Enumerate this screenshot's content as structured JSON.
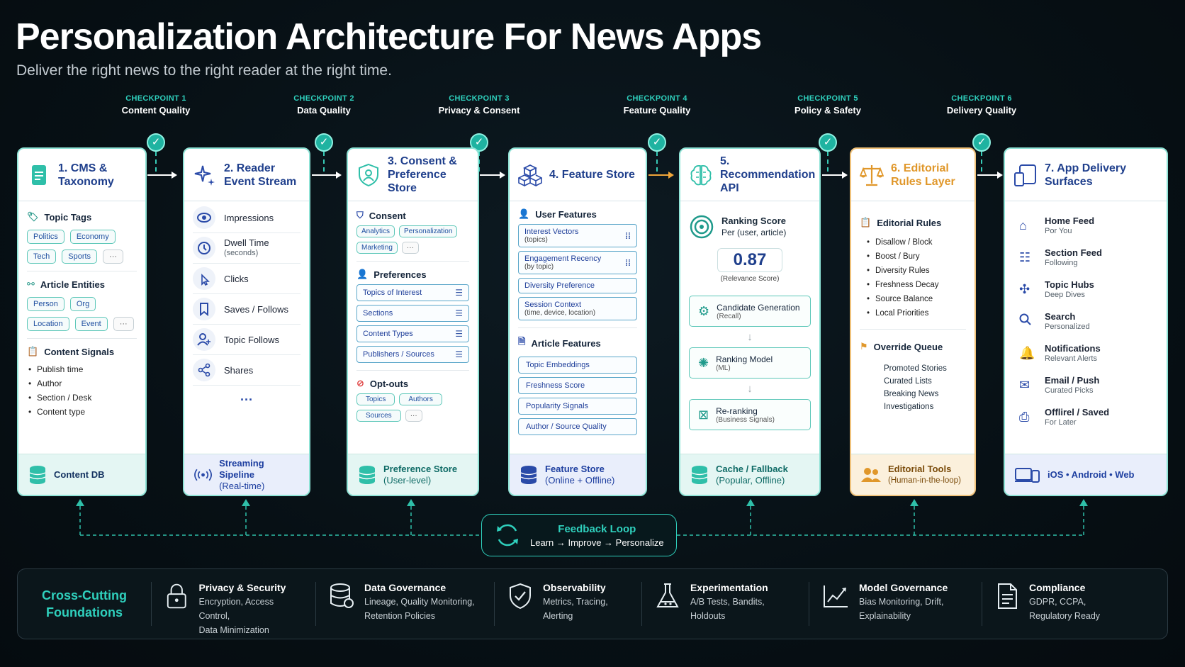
{
  "title": "Personalization Architecture For News Apps",
  "subtitle": "Deliver the right news to the right reader at the right time.",
  "checkpoints": [
    {
      "label": "CHECKPOINT 1",
      "name": "Content Quality"
    },
    {
      "label": "CHECKPOINT 2",
      "name": "Data Quality"
    },
    {
      "label": "CHECKPOINT 3",
      "name": "Privacy & Consent"
    },
    {
      "label": "CHECKPOINT 4",
      "name": "Feature Quality"
    },
    {
      "label": "CHECKPOINT 5",
      "name": "Policy & Safety"
    },
    {
      "label": "CHECKPOINT 6",
      "name": "Delivery Quality"
    }
  ],
  "cms": {
    "title": "1. CMS & Taxonomy",
    "topic_tags_title": "Topic Tags",
    "topic_tags": [
      "Politics",
      "Economy",
      "Tech",
      "Sports"
    ],
    "entities_title": "Article Entities",
    "entities": [
      "Person",
      "Org",
      "Location",
      "Event"
    ],
    "more": "···",
    "signals_title": "Content Signals",
    "signals": [
      "Publish time",
      "Author",
      "Section / Desk",
      "Content type"
    ],
    "footer": "Content DB"
  },
  "events": {
    "title": "2. Reader Event Stream",
    "items": [
      {
        "label": "Impressions",
        "sub": ""
      },
      {
        "label": "Dwell Time",
        "sub": "(seconds)"
      },
      {
        "label": "Clicks",
        "sub": ""
      },
      {
        "label": "Saves / Follows",
        "sub": ""
      },
      {
        "label": "Topic Follows",
        "sub": ""
      },
      {
        "label": "Shares",
        "sub": ""
      }
    ],
    "more": "···",
    "footer_title": "Streaming Sipeline",
    "footer_sub": "(Real-time)"
  },
  "consent": {
    "title": "3. Consent & Preference Store",
    "consent_title": "Consent",
    "consent_chips": [
      "Analytics",
      "Personalization",
      "Marketing"
    ],
    "preferences_title": "Preferences",
    "preferences": [
      "Topics of Interest",
      "Sections",
      "Content Types",
      "Publishers / Sources"
    ],
    "optouts_title": "Opt-outs",
    "optouts": [
      "Topics",
      "Authors",
      "Sources"
    ],
    "more": "···",
    "footer_title": "Preference Store",
    "footer_sub": "(User-level)"
  },
  "features": {
    "title": "4. Feature Store",
    "user_title": "User Features",
    "user_features": [
      {
        "label": "Interest Vectors",
        "sub": "(topics)",
        "grid": true
      },
      {
        "label": "Engagement Recency",
        "sub": "(by topic)",
        "grid": true
      },
      {
        "label": "Diversity Preference",
        "sub": "",
        "grid": false
      },
      {
        "label": "Session Context",
        "sub": "(time, device, location)",
        "grid": false
      }
    ],
    "article_title": "Article Features",
    "article_features": [
      "Topic Embeddings",
      "Freshness Score",
      "Popularity Signals",
      "Author / Source Quality"
    ],
    "footer_title": "Feature Store",
    "footer_sub": "(Online + Offline)"
  },
  "reco": {
    "title": "5. Recommendation API",
    "score_title": "Ranking Score",
    "score_sub": "Per (user, article)",
    "score_value": "0.87",
    "score_caption": "(Relevance Score)",
    "steps": [
      {
        "label": "Candidate Generation",
        "sub": "(Recall)"
      },
      {
        "label": "Ranking Model",
        "sub": "(ML)"
      },
      {
        "label": "Re-ranking",
        "sub": "(Business Signals)"
      }
    ],
    "footer_title": "Cache / Fallback",
    "footer_sub": "(Popular, Offline)"
  },
  "editorial": {
    "title": "6. Editorial Rules Layer",
    "rules_title": "Editorial Rules",
    "rules": [
      "Disallow / Block",
      "Boost / Bury",
      "Diversity Rules",
      "Freshness Decay",
      "Source Balance",
      "Local Priorities"
    ],
    "override_title": "Override Queue",
    "overrides": [
      "Promoted Stories",
      "Curated Lists",
      "Breaking News",
      "Investigations"
    ],
    "footer_title": "Editorial Tools",
    "footer_sub": "(Human-in-the-loop)"
  },
  "delivery": {
    "title": "7. App Delivery Surfaces",
    "surfaces": [
      {
        "label": "Home Feed",
        "sub": "Por You"
      },
      {
        "label": "Section Feed",
        "sub": "Following"
      },
      {
        "label": "Topic Hubs",
        "sub": "Deep Dives"
      },
      {
        "label": "Search",
        "sub": "Personalized"
      },
      {
        "label": "Notifications",
        "sub": "Relevant Alerts"
      },
      {
        "label": "Email / Push",
        "sub": "Curated Picks"
      },
      {
        "label": "Offlirel / Saved",
        "sub": "For Later"
      }
    ],
    "footer": "iOS • Android • Web"
  },
  "feedback": {
    "title": "Feedback Loop",
    "sub": "Learn → Improve → Personalize"
  },
  "foundations": {
    "title": "Cross-Cutting Foundations",
    "items": [
      {
        "head": "Privacy & Security",
        "line1": "Encryption, Access Control,",
        "line2": "Data Minimization",
        "icon": "lock-icon"
      },
      {
        "head": "Data Governance",
        "line1": "Lineage, Quality Monitoring,",
        "line2": "Retention Policies",
        "icon": "database-icon"
      },
      {
        "head": "Observability",
        "line1": "Metrics, Tracing,",
        "line2": "Alerting",
        "icon": "shield-check-icon"
      },
      {
        "head": "Experimentation",
        "line1": "A/B Tests, Bandits,",
        "line2": "Holdouts",
        "icon": "flask-icon"
      },
      {
        "head": "Model Governance",
        "line1": "Bias Monitoring, Drift,",
        "line2": "Explainability",
        "icon": "chart-icon"
      },
      {
        "head": "Compliance",
        "line1": "GDPR, CCPA,",
        "line2": "Regulatory Ready",
        "icon": "document-icon"
      }
    ]
  },
  "colors": {
    "accent": "#2fd0bd",
    "card_border": "#8fe3d6",
    "title_blue": "#1f3f8c",
    "editorial_orange": "#e0972a"
  }
}
